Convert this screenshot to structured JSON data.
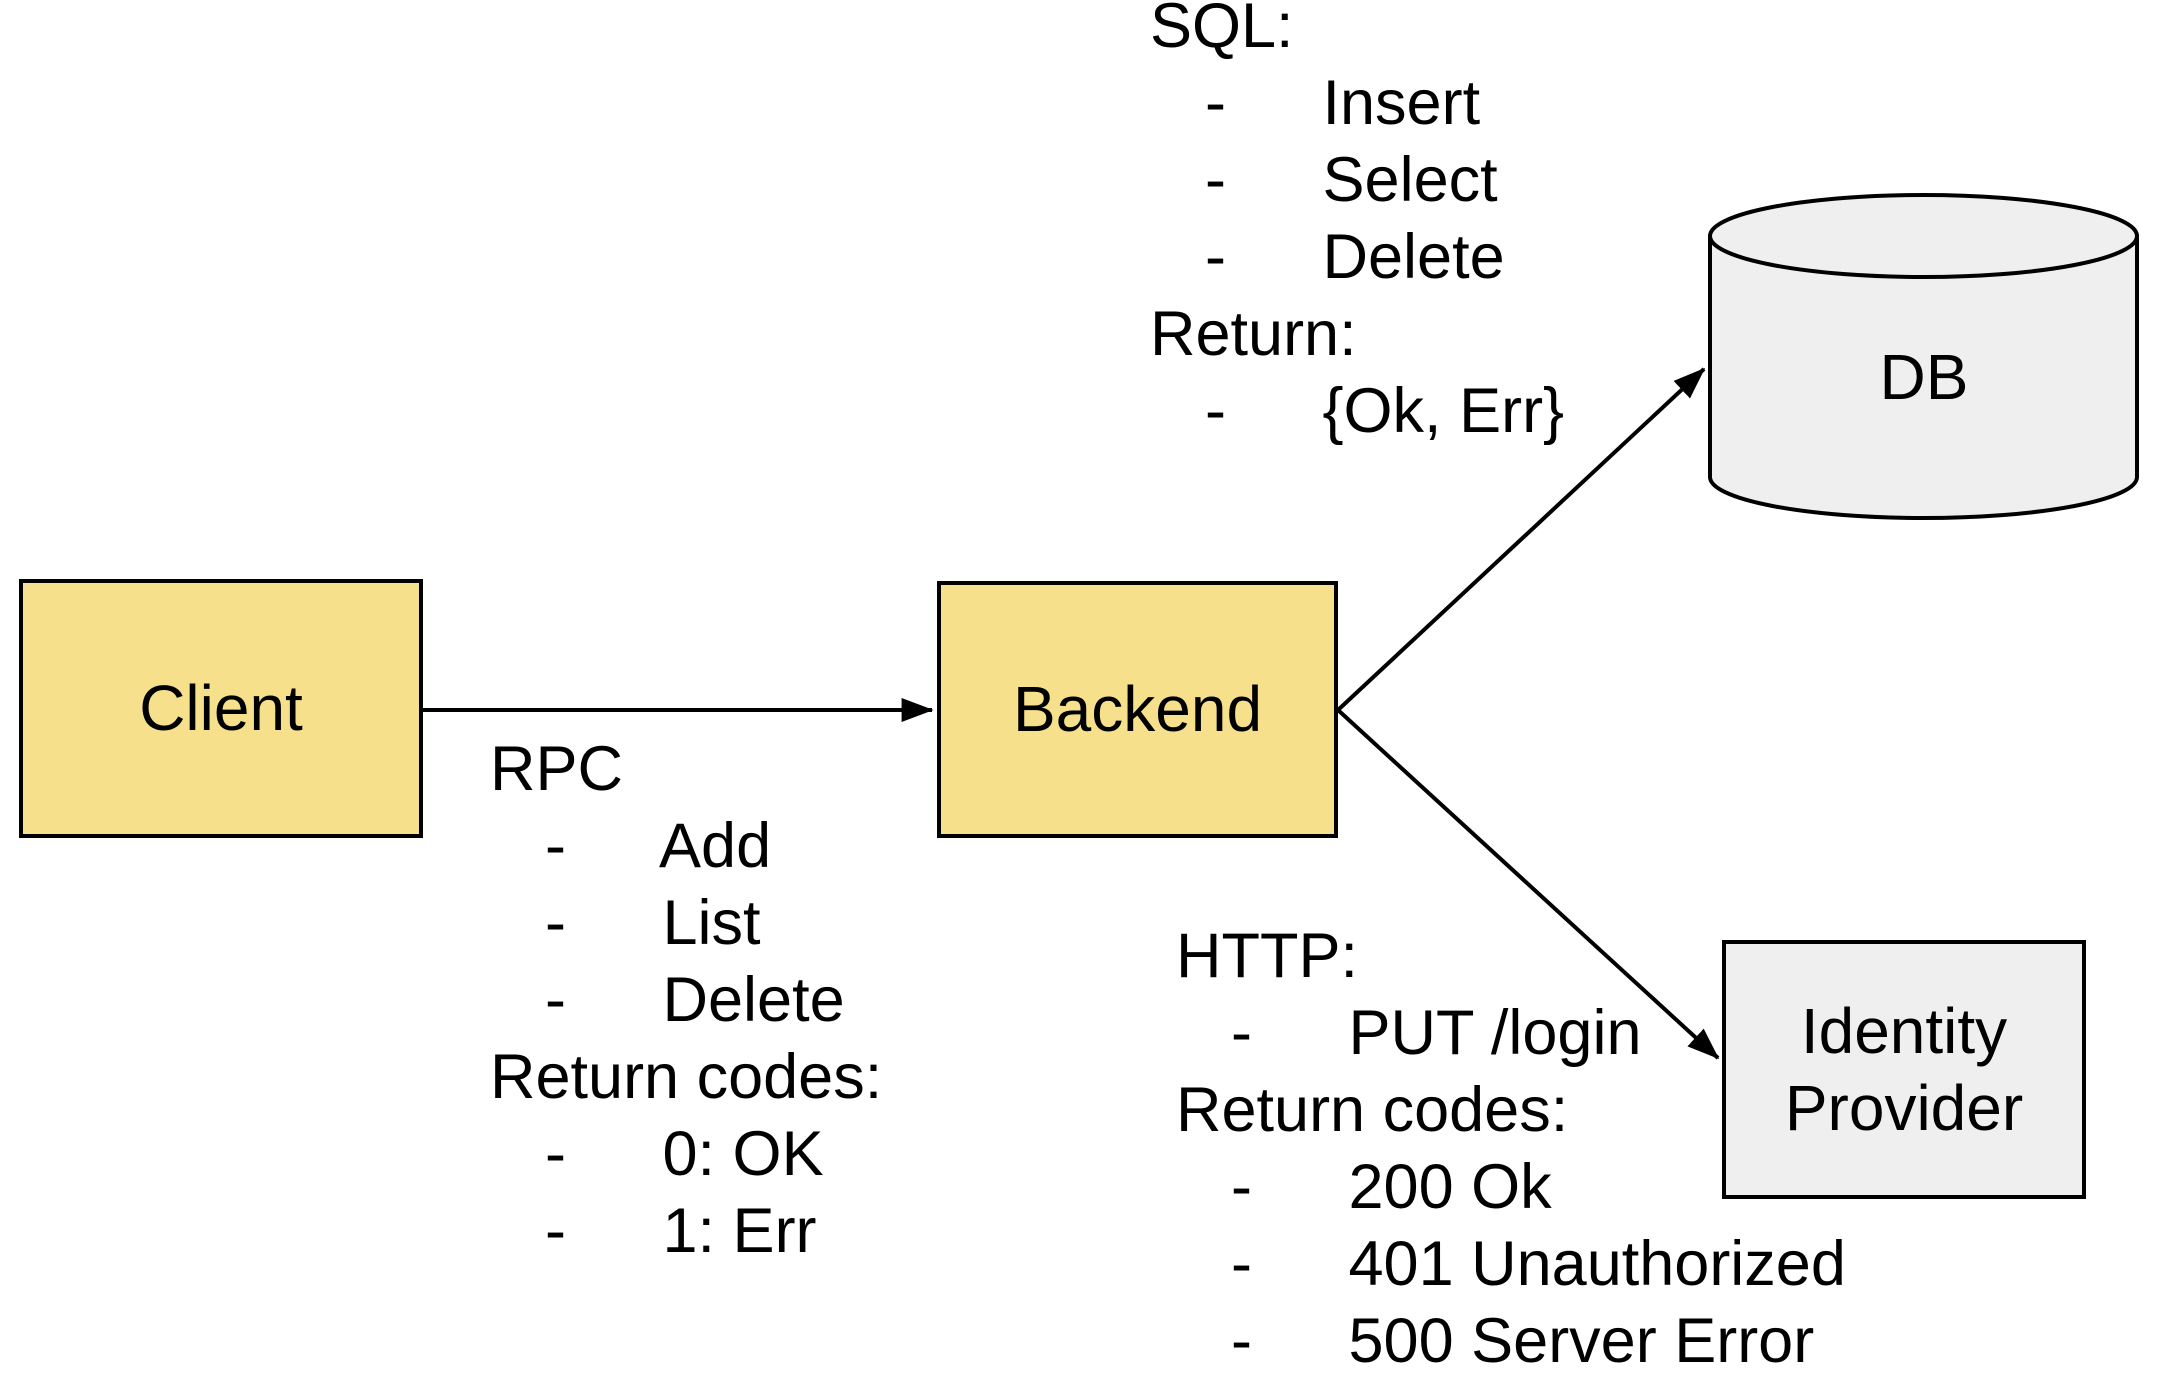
{
  "diagram": {
    "type": "architecture-flow",
    "background": "#FFFFFF"
  },
  "colors": {
    "node_yellow": "#F7E08C",
    "node_gray": "#EFEFEF",
    "stroke": "#000000"
  },
  "bullet_marker": "-",
  "nodes": {
    "client": {
      "label": "Client",
      "shape": "rectangle",
      "fill": "#F7E08C"
    },
    "backend": {
      "label": "Backend",
      "shape": "rectangle",
      "fill": "#F7E08C"
    },
    "db": {
      "label": "DB",
      "shape": "cylinder",
      "fill": "#EFEFEF"
    },
    "identity_provider": {
      "label": "Identity Provider",
      "shape": "rectangle",
      "fill": "#EFEFEF"
    }
  },
  "edges": [
    {
      "from": "Client",
      "to": "Backend",
      "annotation": "rpc"
    },
    {
      "from": "Backend",
      "to": "DB",
      "annotation": "sql"
    },
    {
      "from": "Backend",
      "to": "Identity Provider",
      "annotation": "http"
    }
  ],
  "annotations": {
    "rpc": {
      "heading": "RPC",
      "items": [
        "Add",
        "List",
        "Delete"
      ],
      "subheading": "Return codes:",
      "sub_items": [
        "0: OK",
        "1: Err"
      ]
    },
    "sql": {
      "heading": "SQL:",
      "items": [
        "Insert",
        "Select",
        "Delete"
      ],
      "subheading": "Return:",
      "sub_items": [
        "{Ok, Err}"
      ]
    },
    "http": {
      "heading": "HTTP:",
      "items": [
        "PUT /login"
      ],
      "subheading": "Return codes:",
      "sub_items": [
        "200 Ok",
        "401 Unauthorized",
        "500 Server Error"
      ]
    }
  }
}
